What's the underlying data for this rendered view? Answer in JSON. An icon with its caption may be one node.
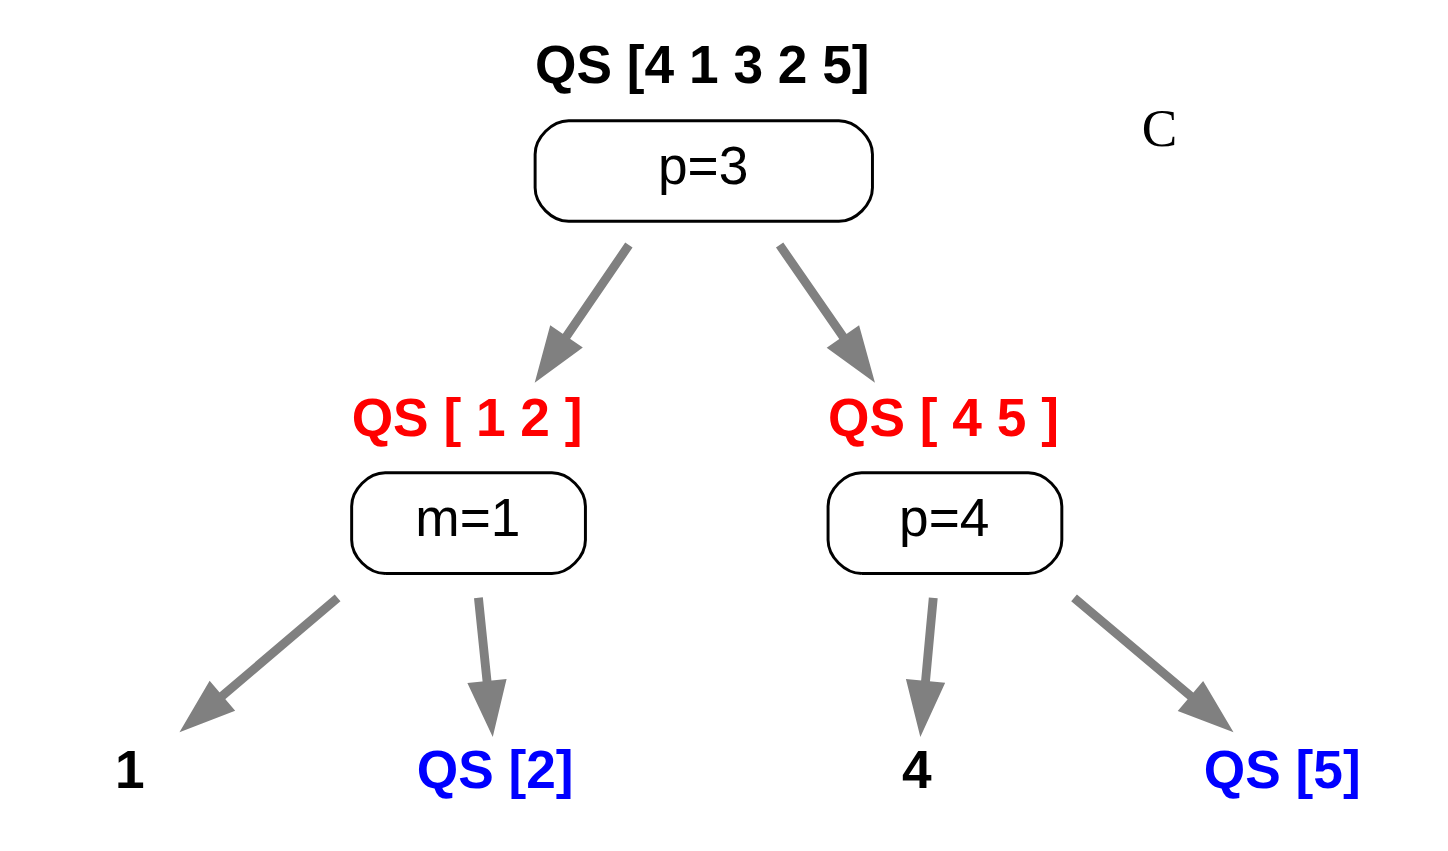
{
  "diagram": {
    "nodes": [
      {
        "text": [
          "QS [4 1 3 2 5]",
          "p=3"
        ]
      },
      {
        "text": [
          "QS [ 1 2 ]",
          "m=1"
        ]
      },
      {
        "text": [
          "QS [ 4 5 ]",
          "p=4"
        ]
      },
      {
        "text": [
          "1"
        ]
      },
      {
        "text": [
          "QS [2]"
        ]
      },
      {
        "text": [
          "4"
        ]
      },
      {
        "text": [
          "QS [5]"
        ]
      }
    ],
    "edges": [
      {
        "from": 0,
        "to": 1,
        "arrow": "to"
      },
      {
        "from": 0,
        "to": 2,
        "arrow": "to"
      },
      {
        "from": 1,
        "to": 3,
        "arrow": "to"
      },
      {
        "from": 1,
        "to": 4,
        "arrow": "to"
      },
      {
        "from": 2,
        "to": 5,
        "arrow": "to"
      },
      {
        "from": 2,
        "to": 6,
        "arrow": "to"
      }
    ],
    "labels": [
      "C"
    ]
  }
}
